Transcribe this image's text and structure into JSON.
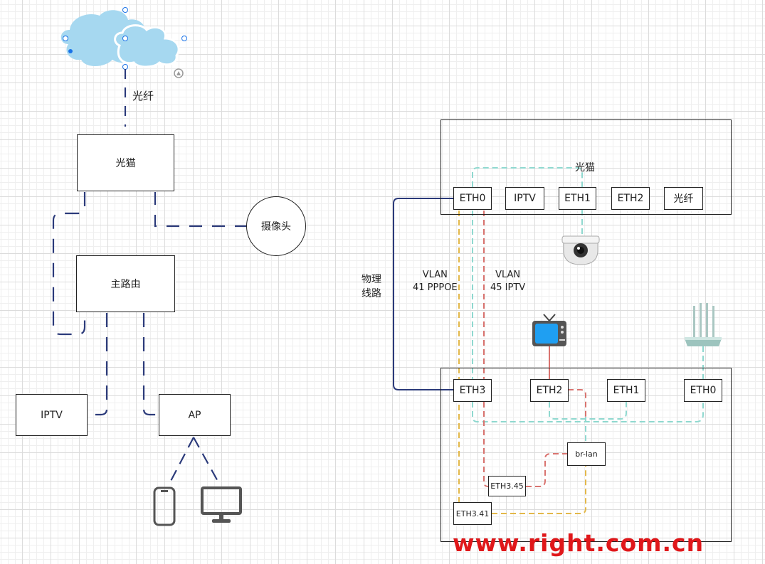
{
  "left": {
    "fiber_label": "光纤",
    "modem_label": "光猫",
    "camera_label": "摄像头",
    "router_label": "主路由",
    "iptv_label": "IPTV",
    "ap_label": "AP"
  },
  "right": {
    "modem_title": "光猫",
    "modem_ports": [
      "ETH0",
      "IPTV",
      "ETH1",
      "ETH2",
      "光纤"
    ],
    "router_ports": [
      "ETH3",
      "ETH2",
      "ETH1",
      "ETH0"
    ],
    "br_lan": "br-lan",
    "eth345": "ETH3.45",
    "eth341": "ETH3.41",
    "physical_line": "物理\n线路",
    "vlan41": "VLAN\n41 PPPOE",
    "vlan45": "VLAN\n45 IPTV"
  },
  "watermark": "www.right.com.cn",
  "colors": {
    "navy": "#2b3a7a",
    "teal": "#8fd8cf",
    "red": "#d9736f",
    "yellow": "#e3b84a",
    "cloud": "#a6d8f0"
  },
  "icons": [
    "cloud-icon",
    "security-camera-icon",
    "tv-icon",
    "wifi-router-icon",
    "phone-icon",
    "monitor-icon"
  ]
}
